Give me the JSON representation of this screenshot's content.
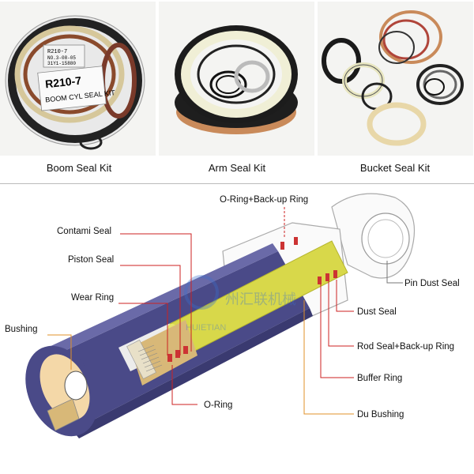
{
  "photos": {
    "boom": {
      "label": "Boom Seal Kit",
      "bag_model": "R210-7",
      "bag_text": "BOOM CYL SEAL KIT",
      "sticker_model": "R210-7",
      "sticker_line1": "31Y1-15880",
      "sticker_line2": "NO.3-08-05"
    },
    "arm": {
      "label": "Arm Seal Kit"
    },
    "bucket": {
      "label": "Bucket Seal Kit"
    }
  },
  "diagram": {
    "labels": {
      "oring_backup": "O-Ring+Back-up Ring",
      "contami": "Contami Seal",
      "piston": "Piston Seal",
      "wear_ring": "Wear Ring",
      "bushing": "Bushing",
      "oring": "O-Ring",
      "pin_dust": "Pin Dust Seal",
      "dust": "Dust Seal",
      "rod_backup": "Rod Seal+Back-up Ring",
      "buffer": "Buffer Ring",
      "du_bushing": "Du Bushing"
    },
    "watermark": "HUIETIAN",
    "watermark_cn": "州汇联机械"
  },
  "colors": {
    "leader_red": "#cc2222",
    "leader_orange": "#e0902a",
    "barrel": "#4a4a88",
    "rod": "#d8d84a",
    "piston": "#d8b878"
  }
}
